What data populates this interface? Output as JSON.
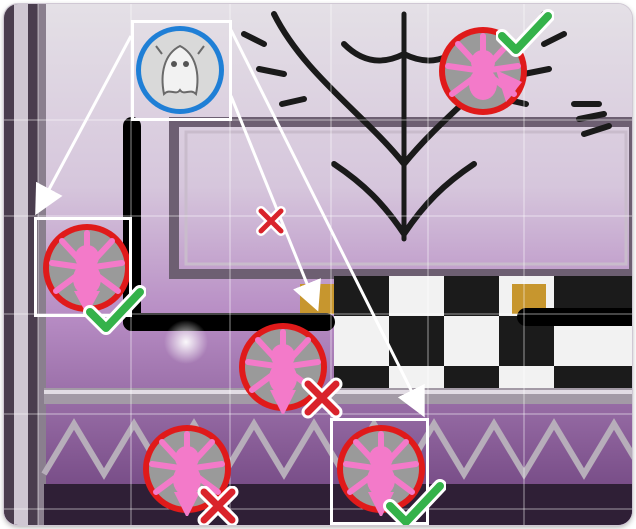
{
  "board": {
    "tile_overlay": "grid",
    "frame_color": "#3a2a3a",
    "wall_color": "#000000"
  },
  "colors": {
    "enemy_ring": "#e01a1a",
    "enemy_body": "#f37ac9",
    "enemy_plate": "#9a9a9a",
    "player_ring": "#1f7fd6",
    "player_body": "#d9d9d9",
    "valid_mark": "#34b24a",
    "invalid_mark": "#d9232b",
    "arrow": "#ffffff"
  },
  "pieces": {
    "player": {
      "icon": "ghost-figure-icon",
      "selected": true
    },
    "enemies": [
      {
        "id": "top-right",
        "icon": "spider-icon",
        "status": "valid"
      },
      {
        "id": "left",
        "icon": "spider-icon",
        "status": "valid"
      },
      {
        "id": "center",
        "icon": "spider-icon",
        "status": "invalid"
      },
      {
        "id": "bottom-left",
        "icon": "spider-icon",
        "status": "invalid"
      },
      {
        "id": "bottom-right",
        "icon": "spider-icon",
        "status": "valid",
        "selected": true
      }
    ]
  },
  "lines_of_sight": [
    {
      "from": "player",
      "to": "left",
      "status": "valid"
    },
    {
      "from": "player",
      "to": "center",
      "status": "invalid"
    },
    {
      "from": "player",
      "to": "bottom-right",
      "status": "valid"
    }
  ]
}
